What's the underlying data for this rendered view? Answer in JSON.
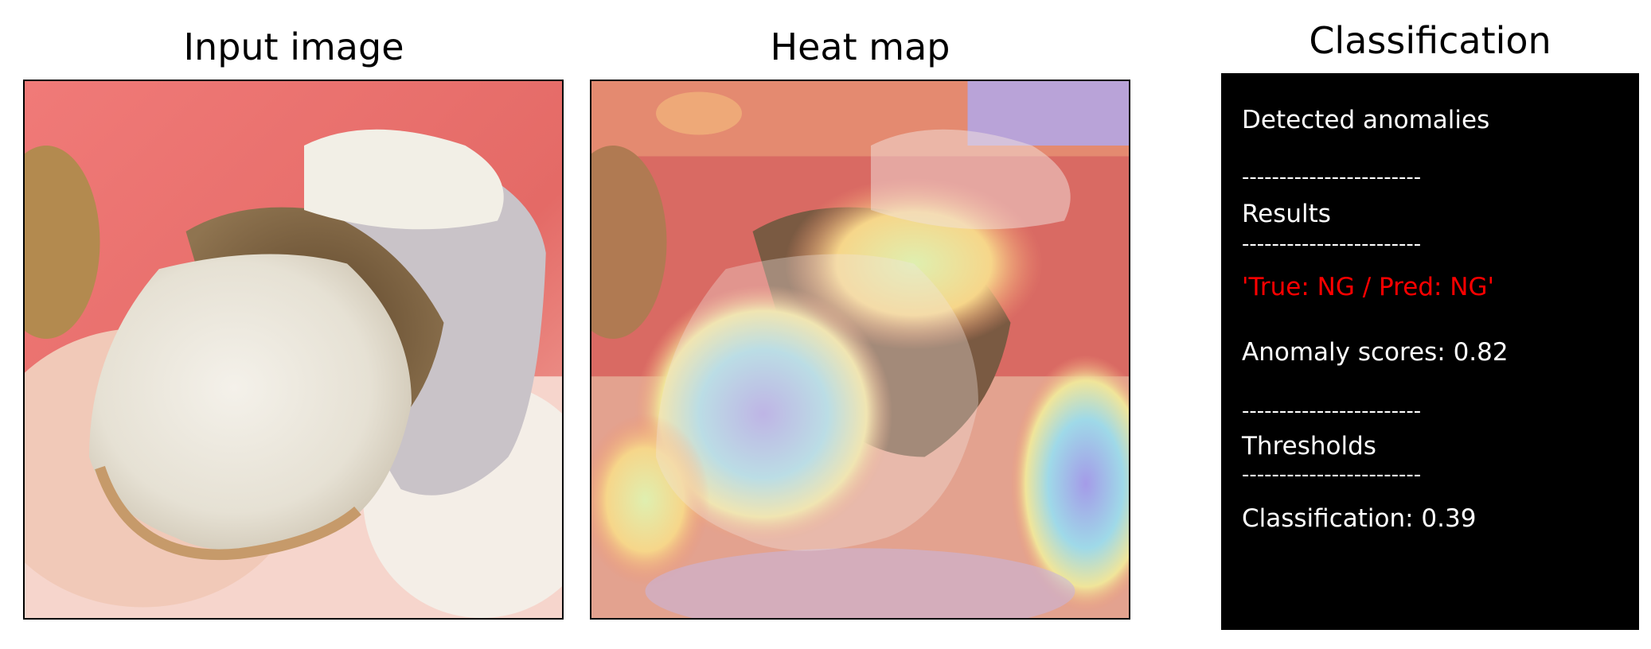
{
  "panels": {
    "input": {
      "title": "Input image"
    },
    "heatmap": {
      "title": "Heat map"
    },
    "classification": {
      "title": "Classification",
      "lines": {
        "header": "Detected anomalies",
        "sep1": "------------------------",
        "results": "Results",
        "sep2": "------------------------",
        "verdict": "'True: NG / Pred: NG'",
        "score": "Anomaly scores: 0.82",
        "sep3": "------------------------",
        "thresholds": "Thresholds",
        "sep4": "------------------------",
        "threshold_value": "Classification: 0.39"
      }
    }
  },
  "colors": {
    "verdict": "#ff0000",
    "panel_background": "#000000",
    "panel_text": "#ffffff"
  }
}
